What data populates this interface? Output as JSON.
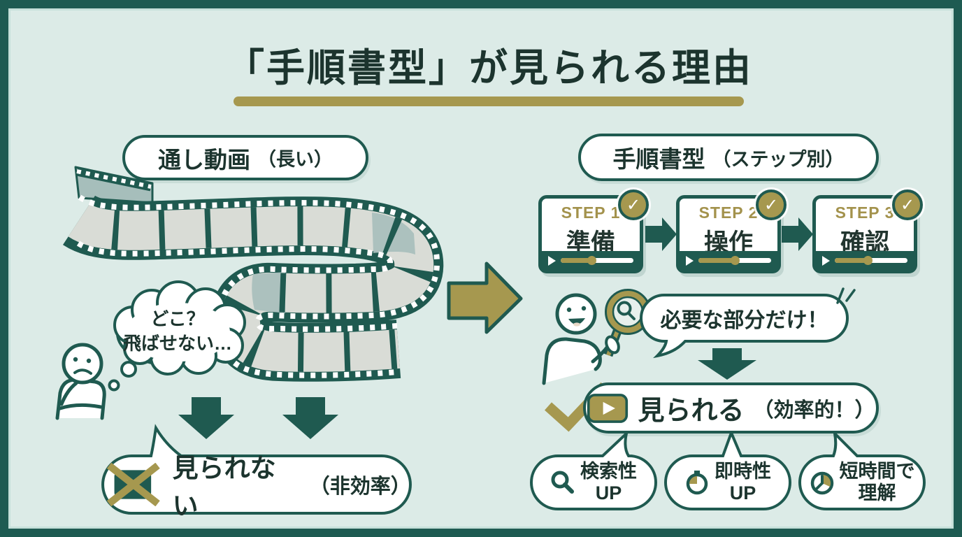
{
  "title": {
    "text": "「手順書型」が見られる理由"
  },
  "colors": {
    "background": "#dcebe7",
    "frame_green": "#1e5b52",
    "ink_green": "#1f5a50",
    "accent_gold": "#a6984f",
    "film_gray": "#d9dcd6",
    "film_teal": "#a6bebb",
    "title_ink": "#1c342e"
  },
  "left_panel": {
    "label": {
      "text": "通し動画",
      "note": "（長い）"
    },
    "thought_bubble": {
      "line1": "どこ？",
      "line2": "飛ばせない…"
    },
    "result_bubble": {
      "text": "見られない",
      "note": "（非効率）"
    }
  },
  "right_panel": {
    "label": {
      "text": "手順書型",
      "note": "（ステップ別）"
    },
    "check_glyph": "✓",
    "steps": [
      {
        "step": "STEP 1",
        "label": "準備",
        "progress_style": "width:42%"
      },
      {
        "step": "STEP 2",
        "label": "操作",
        "progress_style": "width:50%"
      },
      {
        "step": "STEP 3",
        "label": "確認",
        "progress_style": "width:45%"
      }
    ],
    "speech_bubble": {
      "text": "必要な部分だけ！"
    },
    "result_bubble": {
      "text": "見られる",
      "note": "（効率的！）"
    },
    "benefit_bubbles": [
      {
        "line1": "検索性",
        "line2": "UP"
      },
      {
        "line1": "即時性",
        "line2": "UP"
      },
      {
        "line1": "短時間で",
        "line2": "理解"
      }
    ]
  }
}
